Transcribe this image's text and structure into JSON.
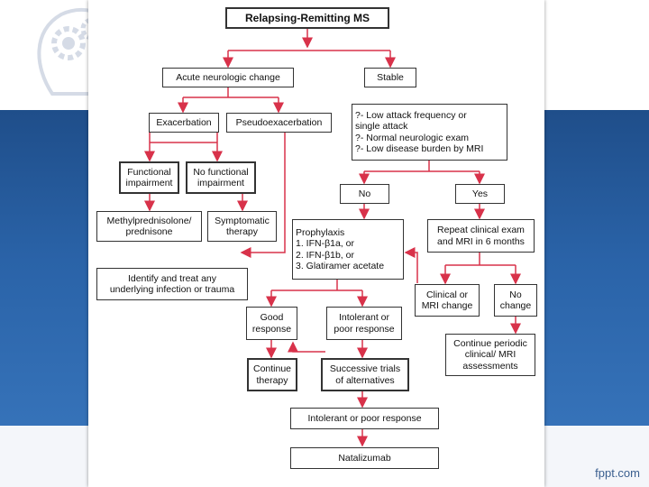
{
  "flowchart": {
    "title": "Relapsing-Remitting MS",
    "acute": "Acute neurologic change",
    "stable": "Stable",
    "exacerbation": "Exacerbation",
    "pseudo": "Pseudoexacerbation",
    "stable_criteria": "?- Low attack frequency or\n     single attack\n?- Normal neurologic exam\n?- Low disease burden by MRI",
    "functional": "Functional\nimpairment",
    "no_functional": "No functional\nimpairment",
    "methyl": "Methylprednisolone/\nprednisone",
    "symptomatic": "Symptomatic\ntherapy",
    "no": "No",
    "yes": "Yes",
    "prophylaxis": "Prophylaxis\n1. IFN-β1a, or\n2. IFN-β1b, or\n3. Glatiramer acetate",
    "repeat": "Repeat clinical exam\nand MRI in 6 months",
    "identify": "Identify and treat any\nunderlying infection or trauma",
    "clinical_change": "Clinical or\nMRI change",
    "no_change": "No\nchange",
    "good": "Good\nresponse",
    "intolerant_poor": "Intolerant or\npoor response",
    "continue_periodic": "Continue periodic\nclinical/ MRI\nassessments",
    "continue_therapy": "Continue\ntherapy",
    "successive": "Successive trials\nof alternatives",
    "intolerant_poor2": "Intolerant or poor response",
    "natalizumab": "Natalizumab"
  },
  "footer": {
    "brand": "fppt.com"
  },
  "colors": {
    "arrow": "#d8324a",
    "band": "#2a63a8"
  },
  "icons": [
    "gears-head-logo-icon"
  ]
}
